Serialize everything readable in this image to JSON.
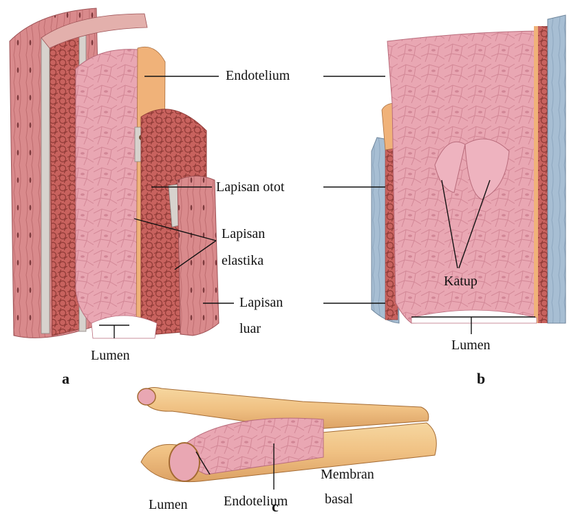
{
  "labels": {
    "endotelium_top": "Endotelium",
    "lapisan_otot": "Lapisan otot",
    "lapisan_elastika_1": "Lapisan",
    "lapisan_elastika_2": "elastika",
    "lapisan_luar_1": "Lapisan",
    "lapisan_luar_2": "luar",
    "lumen_a": "Lumen",
    "lumen_b": "Lumen",
    "katup": "Katup",
    "endotelium_c": "Endotelium",
    "membran_basal_1": "Membran",
    "membran_basal_2": "basal",
    "lumen_c": "Lumen"
  },
  "figure_letters": {
    "a": "a",
    "b": "b",
    "c": "c"
  },
  "colors": {
    "inner_pink": "#e9a7b3",
    "muscle_red": "#c8625e",
    "outer_pink": "#d98a8c",
    "elastic_gray": "#d7d2cd",
    "outer_blue": "#a7bed3",
    "capillary_orange": "#f2c88c",
    "leader_line": "#111111"
  }
}
